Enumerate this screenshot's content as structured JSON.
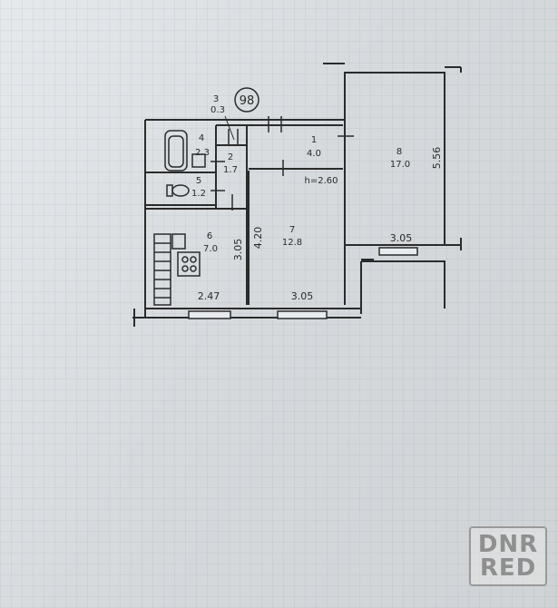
{
  "plan": {
    "building_number": "98",
    "ceiling_height": "h=2.60",
    "rooms": [
      {
        "number": "1",
        "area": "4.0"
      },
      {
        "number": "2",
        "area": "1.7"
      },
      {
        "number": "3",
        "area": "0.3"
      },
      {
        "number": "4",
        "area": "2.3"
      },
      {
        "number": "5",
        "area": "1.2"
      },
      {
        "number": "6",
        "area": "7.0"
      },
      {
        "number": "7",
        "area": "12.8"
      },
      {
        "number": "8",
        "area": "17.0"
      }
    ],
    "dimensions": {
      "kitchen_width": "2.47",
      "kitchen_depth": "3.05",
      "room7_depth": "4.20",
      "room7_width": "3.05",
      "room8_width": "3.05",
      "room8_depth": "5.56"
    }
  },
  "watermark": {
    "line1": "DNR",
    "line2": "RED"
  }
}
